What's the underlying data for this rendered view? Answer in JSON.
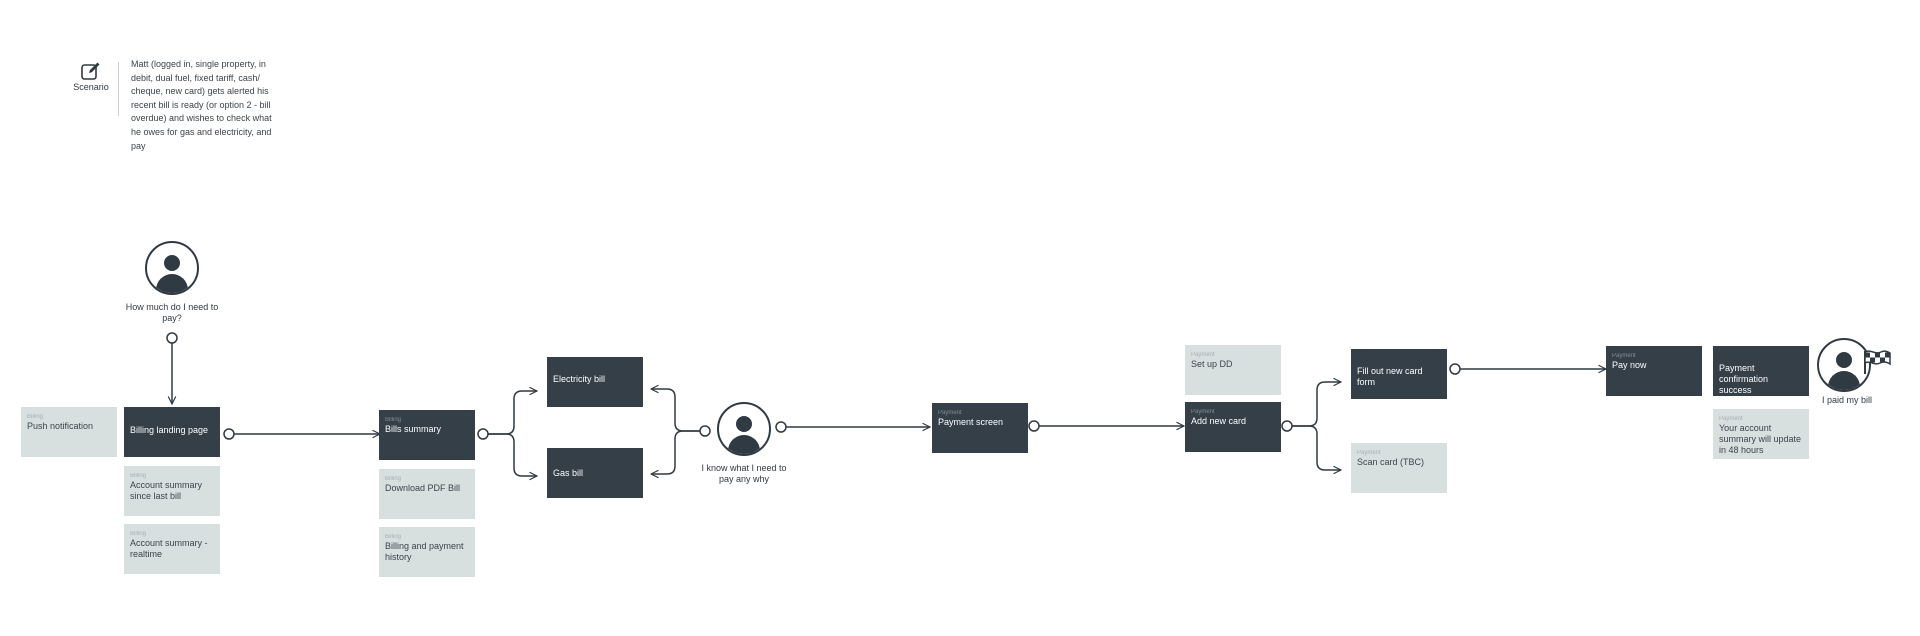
{
  "scenario": {
    "label": "Scenario",
    "icon": "edit-icon",
    "text": "Matt (logged in, single property, in debit, dual fuel, fixed tariff, cash/ cheque, new card) gets alerted his recent bill is ready (or option 2 - bill overdue) and wishes to check what he owes for gas and electricity, and pay"
  },
  "personas": {
    "start": "How much do I need to pay?",
    "middle": "I know what I need to pay any why",
    "end": "I paid my bill"
  },
  "steps": {
    "push_notification": {
      "category": "Billing",
      "title": "Push notification"
    },
    "billing_landing_page": {
      "title": "Billing landing page"
    },
    "account_summary_last_bill": {
      "category": "Billing",
      "title": "Account summary since last bill"
    },
    "account_summary_realtime": {
      "category": "Billing",
      "title": "Account summary - realtime"
    },
    "bills_summary": {
      "category": "Billing",
      "title": "Bills summary"
    },
    "download_pdf_bill": {
      "category": "Billing",
      "title": "Download PDF Bill"
    },
    "billing_payment_history": {
      "category": "Billing",
      "title": "Billing and payment history"
    },
    "electricity_bill": {
      "title": "Electricity bill"
    },
    "gas_bill": {
      "title": "Gas bill"
    },
    "payment_screen": {
      "category": "Payment",
      "title": "Payment screen"
    },
    "set_up_dd": {
      "category": "Payment",
      "title": "Set up DD"
    },
    "add_new_card": {
      "category": "Payment",
      "title": "Add new card"
    },
    "fill_out_card_form": {
      "title": "Fill out new card form"
    },
    "scan_card": {
      "category": "Payment",
      "title": "Scan card (TBC)"
    },
    "pay_now": {
      "category": "Payment",
      "title": "Pay now"
    },
    "payment_confirmation": {
      "title": "Payment confirmation success"
    },
    "summary_update": {
      "category": "Payment",
      "title": "Your account summary will update in 48 hours"
    }
  },
  "colors": {
    "dark_box": "#343f48",
    "light_box": "#d8dfdf",
    "connector": "#2f3a43"
  }
}
